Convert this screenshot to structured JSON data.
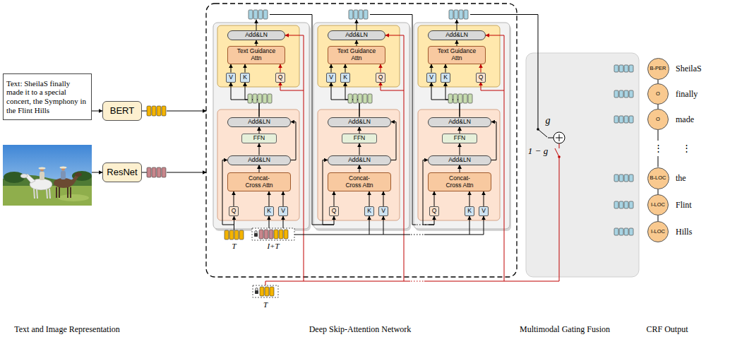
{
  "diagram": {
    "nodes": [
      {
        "text": [
          "Text: SheilaS finally made it to a special concert, the Symphony in the Flint Hills"
        ]
      },
      {
        "text": [
          "BERT"
        ]
      },
      {
        "text": [
          "ResNet"
        ]
      },
      {
        "text": [
          "Add&LN"
        ]
      },
      {
        "text": [
          "Text Guidance Attn"
        ]
      },
      {
        "text": [
          "V"
        ]
      },
      {
        "text": [
          "K"
        ]
      },
      {
        "text": [
          "Q"
        ]
      },
      {
        "text": [
          "Add&LN"
        ]
      },
      {
        "text": [
          "FFN"
        ]
      },
      {
        "text": [
          "Add&LN"
        ]
      },
      {
        "text": [
          "Concat-Cross Attn"
        ]
      },
      {
        "text": [
          "Q"
        ]
      },
      {
        "text": [
          "K"
        ]
      },
      {
        "text": [
          "V"
        ]
      },
      {
        "text": [
          "Add&LN"
        ]
      },
      {
        "text": [
          "Text Guidance Attn"
        ]
      },
      {
        "text": [
          "V"
        ]
      },
      {
        "text": [
          "K"
        ]
      },
      {
        "text": [
          "Q"
        ]
      },
      {
        "text": [
          "Add&LN"
        ]
      },
      {
        "text": [
          "FFN"
        ]
      },
      {
        "text": [
          "Add&LN"
        ]
      },
      {
        "text": [
          "Concat-Cross Attn"
        ]
      },
      {
        "text": [
          "Q"
        ]
      },
      {
        "text": [
          "K"
        ]
      },
      {
        "text": [
          "V"
        ]
      },
      {
        "text": [
          "Add&LN"
        ]
      },
      {
        "text": [
          "Text Guidance Attn"
        ]
      },
      {
        "text": [
          "V"
        ]
      },
      {
        "text": [
          "K"
        ]
      },
      {
        "text": [
          "Q"
        ]
      },
      {
        "text": [
          "Add&LN"
        ]
      },
      {
        "text": [
          "FFN"
        ]
      },
      {
        "text": [
          "Add&LN"
        ]
      },
      {
        "text": [
          "Concat-Cross Attn"
        ]
      },
      {
        "text": [
          "Q"
        ]
      },
      {
        "text": [
          "K"
        ]
      },
      {
        "text": [
          "V"
        ]
      },
      {
        "text": [
          "B-PER"
        ]
      },
      {
        "text": [
          "O"
        ]
      },
      {
        "text": [
          "O"
        ]
      },
      {
        "text": [
          "B-LOC"
        ]
      },
      {
        "text": [
          "I-LOC"
        ]
      },
      {
        "text": [
          "I-LOC"
        ]
      }
    ],
    "edges": [
      {
        "from": 0,
        "to": 1,
        "arrow": "to"
      },
      {
        "from": 4,
        "to": 3,
        "arrow": "to"
      },
      {
        "from": 5,
        "to": 4,
        "arrow": "to"
      },
      {
        "from": 6,
        "to": 4,
        "arrow": "to"
      },
      {
        "from": 7,
        "to": 4,
        "arrow": "to"
      },
      {
        "from": 8,
        "to": 5,
        "arrow": "to"
      },
      {
        "from": 8,
        "to": 6,
        "arrow": "to"
      },
      {
        "from": 9,
        "to": 8,
        "arrow": "to"
      },
      {
        "from": 10,
        "to": 9,
        "arrow": "to"
      },
      {
        "from": 11,
        "to": 10,
        "arrow": "to"
      },
      {
        "from": 12,
        "to": 11,
        "arrow": "to"
      },
      {
        "from": 13,
        "to": 11,
        "arrow": "to"
      },
      {
        "from": 14,
        "to": 11,
        "arrow": "to"
      },
      {
        "from": 10,
        "to": 8,
        "arrow": "to"
      },
      {
        "from": 16,
        "to": 15,
        "arrow": "to"
      },
      {
        "from": 17,
        "to": 16,
        "arrow": "to"
      },
      {
        "from": 18,
        "to": 16,
        "arrow": "to"
      },
      {
        "from": 19,
        "to": 16,
        "arrow": "to"
      },
      {
        "from": 20,
        "to": 17,
        "arrow": "to"
      },
      {
        "from": 20,
        "to": 18,
        "arrow": "to"
      },
      {
        "from": 21,
        "to": 20,
        "arrow": "to"
      },
      {
        "from": 22,
        "to": 21,
        "arrow": "to"
      },
      {
        "from": 23,
        "to": 22,
        "arrow": "to"
      },
      {
        "from": 24,
        "to": 23,
        "arrow": "to"
      },
      {
        "from": 25,
        "to": 23,
        "arrow": "to"
      },
      {
        "from": 26,
        "to": 23,
        "arrow": "to"
      },
      {
        "from": 22,
        "to": 20,
        "arrow": "to"
      },
      {
        "from": 28,
        "to": 27,
        "arrow": "to"
      },
      {
        "from": 29,
        "to": 28,
        "arrow": "to"
      },
      {
        "from": 30,
        "to": 28,
        "arrow": "to"
      },
      {
        "from": 31,
        "to": 28,
        "arrow": "to"
      },
      {
        "from": 32,
        "to": 29,
        "arrow": "to"
      },
      {
        "from": 32,
        "to": 30,
        "arrow": "to"
      },
      {
        "from": 33,
        "to": 32,
        "arrow": "to"
      },
      {
        "from": 34,
        "to": 33,
        "arrow": "to"
      },
      {
        "from": 35,
        "to": 34,
        "arrow": "to"
      },
      {
        "from": 36,
        "to": 35,
        "arrow": "to"
      },
      {
        "from": 37,
        "to": 35,
        "arrow": "to"
      },
      {
        "from": 38,
        "to": 35,
        "arrow": "to"
      },
      {
        "from": 34,
        "to": 32,
        "arrow": "to"
      },
      {
        "from": 39,
        "to": 40,
        "arrow": "none"
      },
      {
        "from": 40,
        "to": 41,
        "arrow": "none"
      },
      {
        "from": 42,
        "to": 43,
        "arrow": "none"
      },
      {
        "from": 43,
        "to": 44,
        "arrow": "none"
      }
    ],
    "labels": [
      "T",
      "I+T",
      "T",
      "g",
      "1 − g",
      "SheilaS",
      "finally",
      "made",
      "⋮",
      "the",
      "Flint",
      "Hills",
      "⋮",
      "Text and Image Representation",
      "Deep Skip-Attention Network",
      "Multimodal Gating Fusion",
      "CRF Output"
    ]
  }
}
